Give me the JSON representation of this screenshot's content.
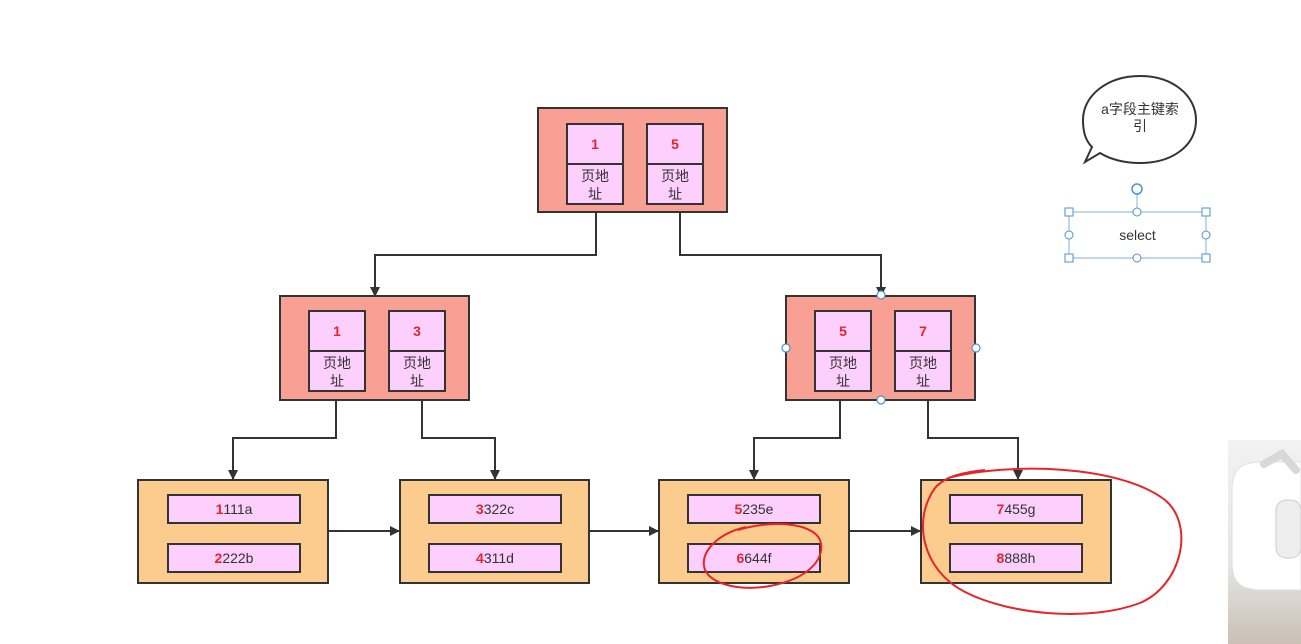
{
  "bubble": {
    "text": "a字段主键索引"
  },
  "select_label": "select",
  "root": {
    "keys": [
      {
        "key": "1",
        "addr": "页地址"
      },
      {
        "key": "5",
        "addr": "页地址"
      }
    ]
  },
  "level2": [
    {
      "keys": [
        {
          "key": "1",
          "addr": "页地址"
        },
        {
          "key": "3",
          "addr": "页地址"
        }
      ]
    },
    {
      "keys": [
        {
          "key": "5",
          "addr": "页地址"
        },
        {
          "key": "7",
          "addr": "页地址"
        }
      ]
    }
  ],
  "leaves": [
    {
      "rows": [
        {
          "key": "1",
          "rest": "111a"
        },
        {
          "key": "2",
          "rest": "222b"
        }
      ]
    },
    {
      "rows": [
        {
          "key": "3",
          "rest": "322c"
        },
        {
          "key": "4",
          "rest": "311d"
        }
      ]
    },
    {
      "rows": [
        {
          "key": "5",
          "rest": "235e"
        },
        {
          "key": "6",
          "rest": "644f"
        }
      ]
    },
    {
      "rows": [
        {
          "key": "7",
          "rest": "455g"
        },
        {
          "key": "8",
          "rest": "888h"
        }
      ]
    }
  ],
  "colors": {
    "internal_node": "#f8a093",
    "leaf_node": "#fccc8e",
    "cell": "#fccffc",
    "key_text": "#e3262c",
    "annotation": "#e3262c",
    "selection": "#4a90d9"
  }
}
